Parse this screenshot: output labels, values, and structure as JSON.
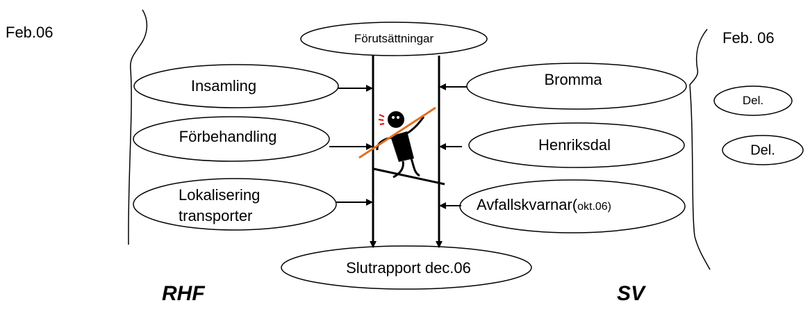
{
  "left_date": "Feb.06",
  "right_date": "Feb. 06",
  "top_node": "Förutsättningar",
  "bottom_node": "Slutrapport dec.06",
  "left_nodes": [
    {
      "lines": [
        "Insamling"
      ]
    },
    {
      "lines": [
        "Förbehandling"
      ]
    },
    {
      "lines": [
        "Lokalisering",
        "transporter"
      ]
    }
  ],
  "right_nodes": [
    {
      "main": "Bromma",
      "suffix": ""
    },
    {
      "main": "Henriksdal",
      "suffix": ""
    },
    {
      "main": "Avfallskvarnar(",
      "suffix": "okt.06)"
    }
  ],
  "right_small_nodes": [
    "Del.",
    "Del."
  ],
  "left_group_label": "RHF",
  "right_group_label": "SV",
  "figure_icon": "stick-figure-balancing-pole-icon",
  "colors": {
    "pole": "#e07020",
    "line": "#000000",
    "sweat": "#e00000"
  }
}
